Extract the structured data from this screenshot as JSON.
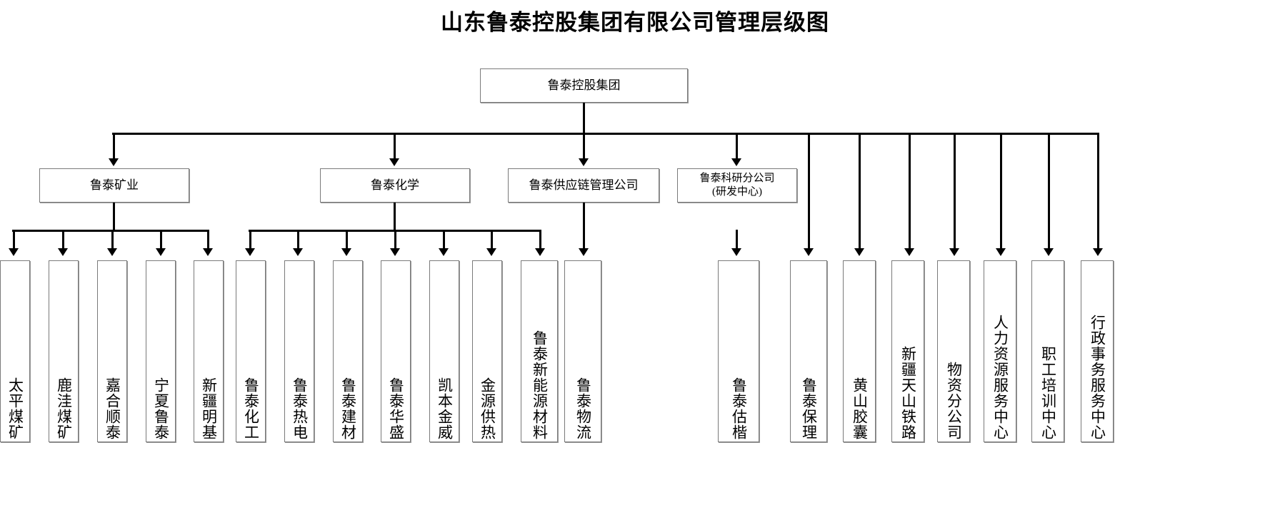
{
  "title": "山东鲁泰控股集团有限公司管理层级图",
  "root": {
    "label": "鲁泰控股集团"
  },
  "divisions": [
    {
      "label": "鲁泰矿业"
    },
    {
      "label": "鲁泰化学"
    },
    {
      "label": "鲁泰供应链管理公司"
    },
    {
      "label": "鲁泰科研分公司\n(研发中心)"
    }
  ],
  "mining_units": [
    {
      "label": "太平煤矿"
    },
    {
      "label": "鹿洼煤矿"
    },
    {
      "label": "嘉合顺泰"
    },
    {
      "label": "宁夏鲁泰"
    },
    {
      "label": "新疆明基"
    }
  ],
  "chemical_units": [
    {
      "label": "鲁泰化工"
    },
    {
      "label": "鲁泰热电"
    },
    {
      "label": "鲁泰建材"
    },
    {
      "label": "鲁泰华盛"
    },
    {
      "label": "凯本金威"
    },
    {
      "label": "金源供热"
    },
    {
      "label": "鲁泰新能源材料"
    }
  ],
  "supply_chain_units": [
    {
      "label": "鲁泰物流"
    }
  ],
  "group_direct_units": [
    {
      "label": "鲁泰估楷"
    },
    {
      "label": "鲁泰保理"
    },
    {
      "label": "黄山胶囊"
    },
    {
      "label": "新疆天山铁路"
    },
    {
      "label": "物资分公司"
    },
    {
      "label": "人力资源服务中心"
    },
    {
      "label": "职工培训中心"
    },
    {
      "label": "行政事务服务中心"
    }
  ],
  "colors": {
    "line": "#000000",
    "box_border": "#7a7a7a",
    "box_fill": "#ffffff",
    "text": "#000000",
    "background": "#ffffff"
  }
}
